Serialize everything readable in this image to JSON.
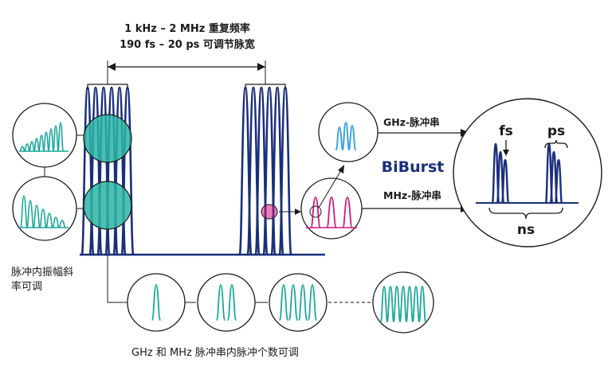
{
  "header": {
    "rep_rate": "1 kHz – 2 MHz 重复频率",
    "pulse_width": "190 fs – 20 ps 可调节脉宽"
  },
  "labels": {
    "ghz_burst": "GHz-脉冲串",
    "mhz_burst": "MHz-脉冲串",
    "brand": "BiBurst",
    "fs": "fs",
    "ps": "ps",
    "ns": "ns",
    "slope_line1": "脉冲内振幅斜",
    "slope_line2": "率可调",
    "count_caption": "GHz 和 MHz 脉冲串内脉冲个数可调"
  },
  "colors": {
    "navy": "#1a2f7a",
    "teal": "#1aa89a",
    "teal_fill": "#2bb5a5",
    "magenta": "#d0177f",
    "light_blue": "#3ba4dc",
    "brand": "#1a2f7a"
  }
}
